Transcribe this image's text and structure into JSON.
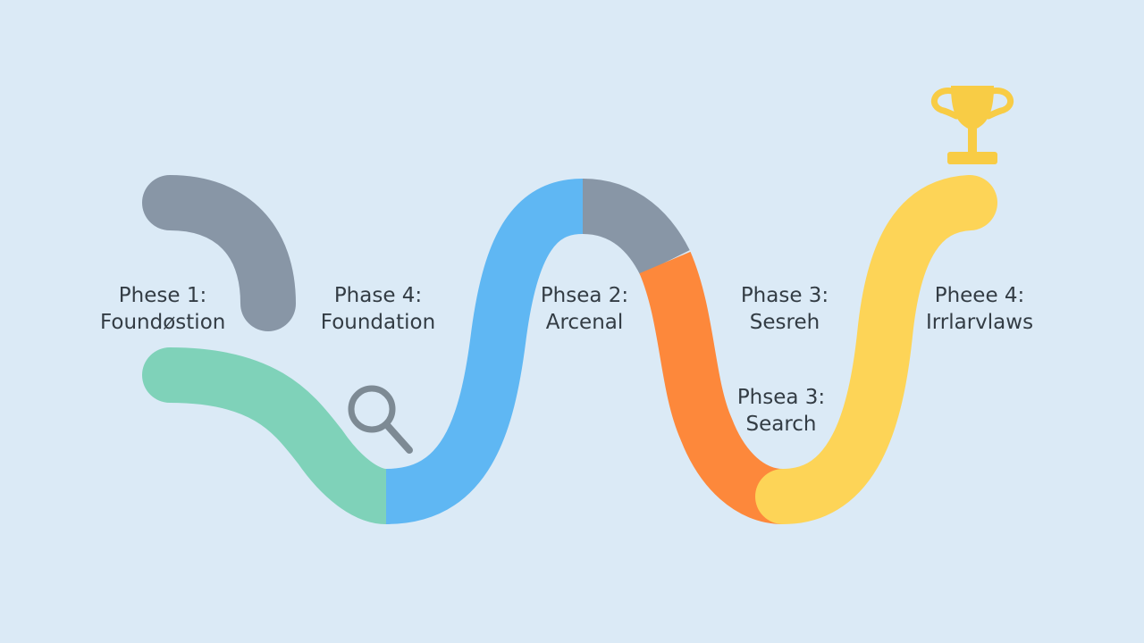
{
  "colors": {
    "background": "#dbeaf6",
    "gray": "#8896a6",
    "teal": "#7fd2b9",
    "blue": "#5fb7f3",
    "orange": "#fd883b",
    "yellow": "#fdd457",
    "trophy": "#f8cc45",
    "magnifier": "#7d8a94",
    "text": "#333c44"
  },
  "labels": [
    {
      "line1": "Phese 1:",
      "line2": "Foundøstion"
    },
    {
      "line1": "Phase 4:",
      "line2": "Foundation"
    },
    {
      "line1": "Phsea 2:",
      "line2": "Arcenal"
    },
    {
      "line1": "Phase 3:",
      "line2": "Sesreh"
    },
    {
      "line1": "Phsea 3:",
      "line2": "Search"
    },
    {
      "line1": "Pheee 4:",
      "line2": "Irrlarvlaws"
    }
  ],
  "icons": {
    "magnifier": "magnifier-icon",
    "trophy": "trophy-icon"
  }
}
